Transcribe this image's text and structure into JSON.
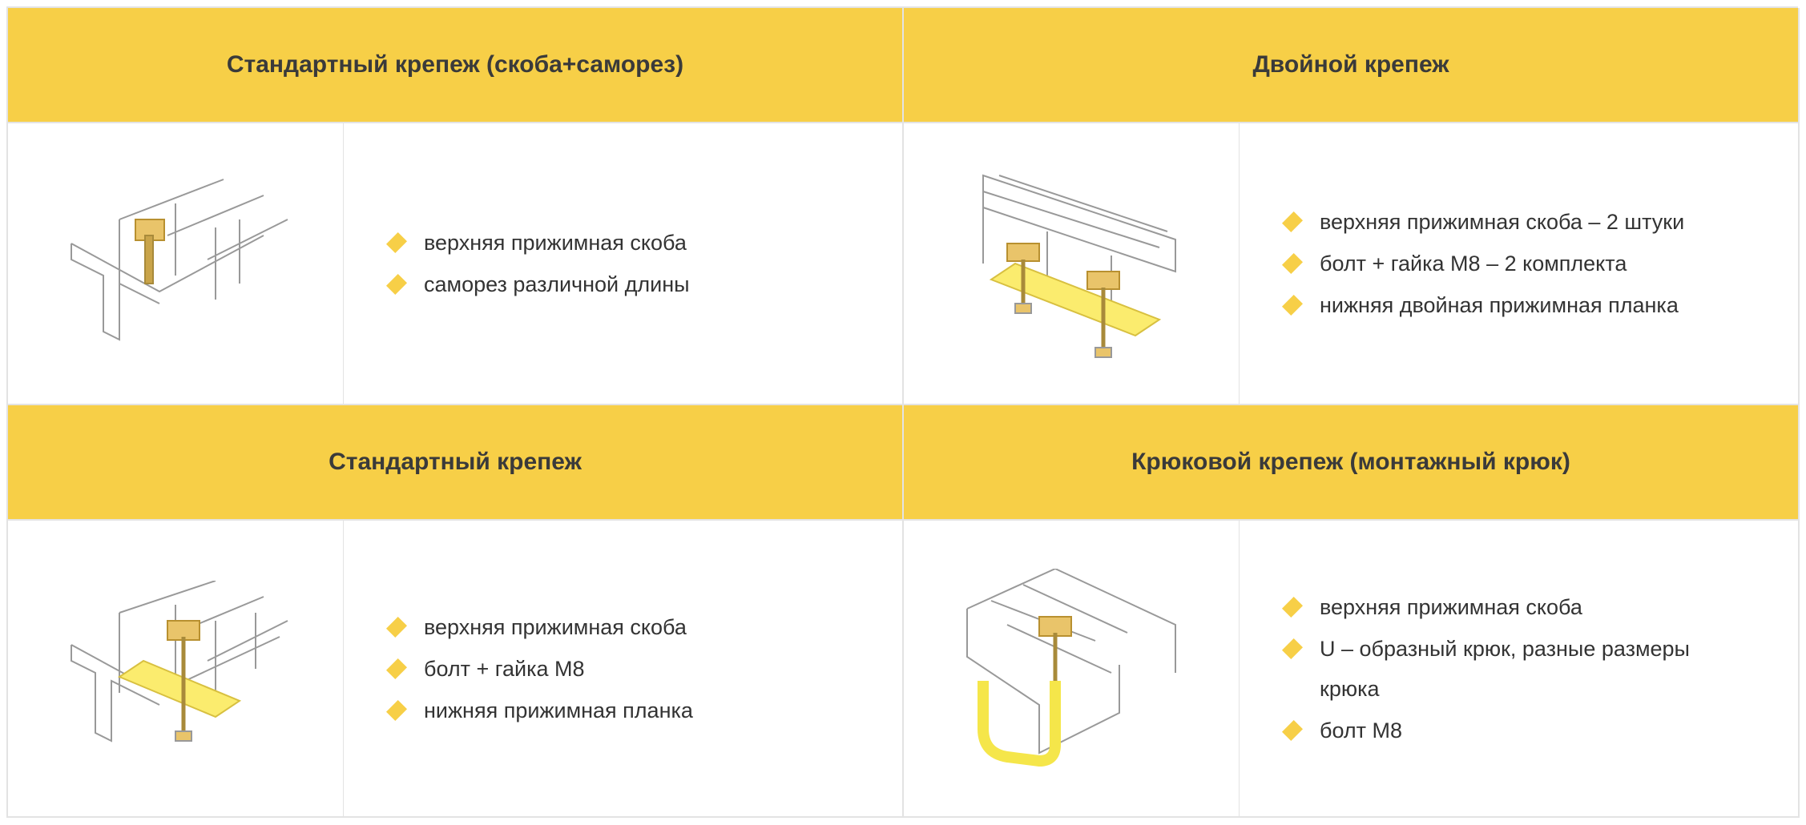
{
  "cards": [
    {
      "title": "Стандартный крепеж (скоба+саморез)",
      "items": [
        "верхняя прижимная скоба",
        "саморез различной длины"
      ]
    },
    {
      "title": "Двойной крепеж",
      "items": [
        "верхняя прижимная скоба – 2 штуки",
        "болт + гайка М8 – 2 комплекта",
        "нижняя двойная прижимная планка"
      ]
    },
    {
      "title": "Стандартный крепеж",
      "items": [
        "верхняя прижимная скоба",
        "болт + гайка М8",
        "нижняя прижимная планка"
      ]
    },
    {
      "title": "Крюковой крепеж (монтажный крюк)",
      "items": [
        "верхняя прижимная скоба",
        "U – образный крюк, разные размеры крюка",
        "болт М8"
      ]
    }
  ],
  "colors": {
    "accent": "#f7cf47",
    "border": "#e3e3e3",
    "text": "#333333"
  }
}
